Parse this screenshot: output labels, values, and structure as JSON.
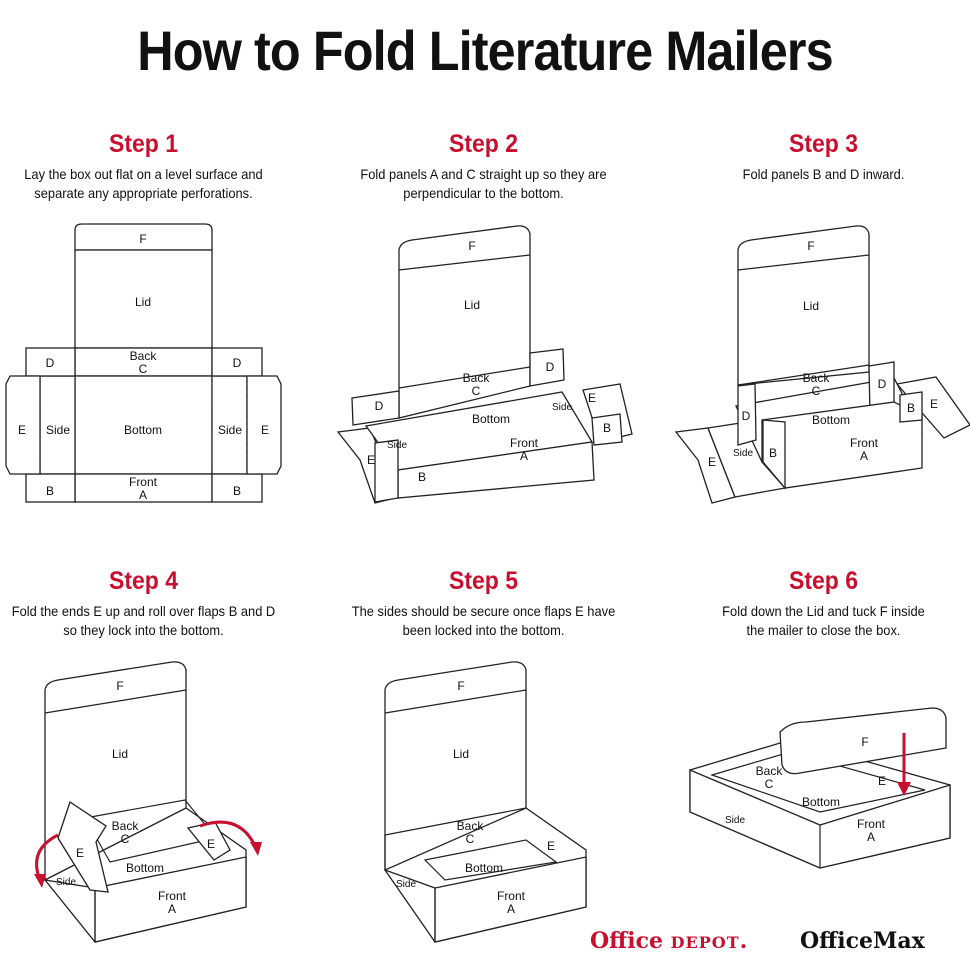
{
  "title": "How to Fold Literature Mailers",
  "steps": [
    {
      "title": "Step 1",
      "desc_line1": "Lay the box out flat on a level surface and",
      "desc_line2": "separate any appropriate perforations."
    },
    {
      "title": "Step 2",
      "desc_line1": "Fold panels A and C straight up so they are",
      "desc_line2": "perpendicular to the bottom."
    },
    {
      "title": "Step 3",
      "desc_line1": "Fold panels B and D inward.",
      "desc_line2": ""
    },
    {
      "title": "Step 4",
      "desc_line1": "Fold the ends E up and roll over flaps B and D",
      "desc_line2": "so they lock into the bottom."
    },
    {
      "title": "Step 5",
      "desc_line1": "The sides should be secure once flaps E have",
      "desc_line2": "been locked into the bottom."
    },
    {
      "title": "Step 6",
      "desc_line1": "Fold down the Lid and tuck F inside",
      "desc_line2": "the mailer to close the box."
    }
  ],
  "labels": {
    "f": "F",
    "lid": "Lid",
    "back": "Back",
    "c": "C",
    "bottom": "Bottom",
    "front": "Front",
    "a": "A",
    "side": "Side",
    "b": "B",
    "d": "D",
    "e": "E"
  },
  "logos": {
    "office_depot_1": "Office",
    "office_depot_2": "DEPOT",
    "officemax": "OfficeMax"
  },
  "colors": {
    "accent": "#c8102e",
    "text": "#111111"
  }
}
